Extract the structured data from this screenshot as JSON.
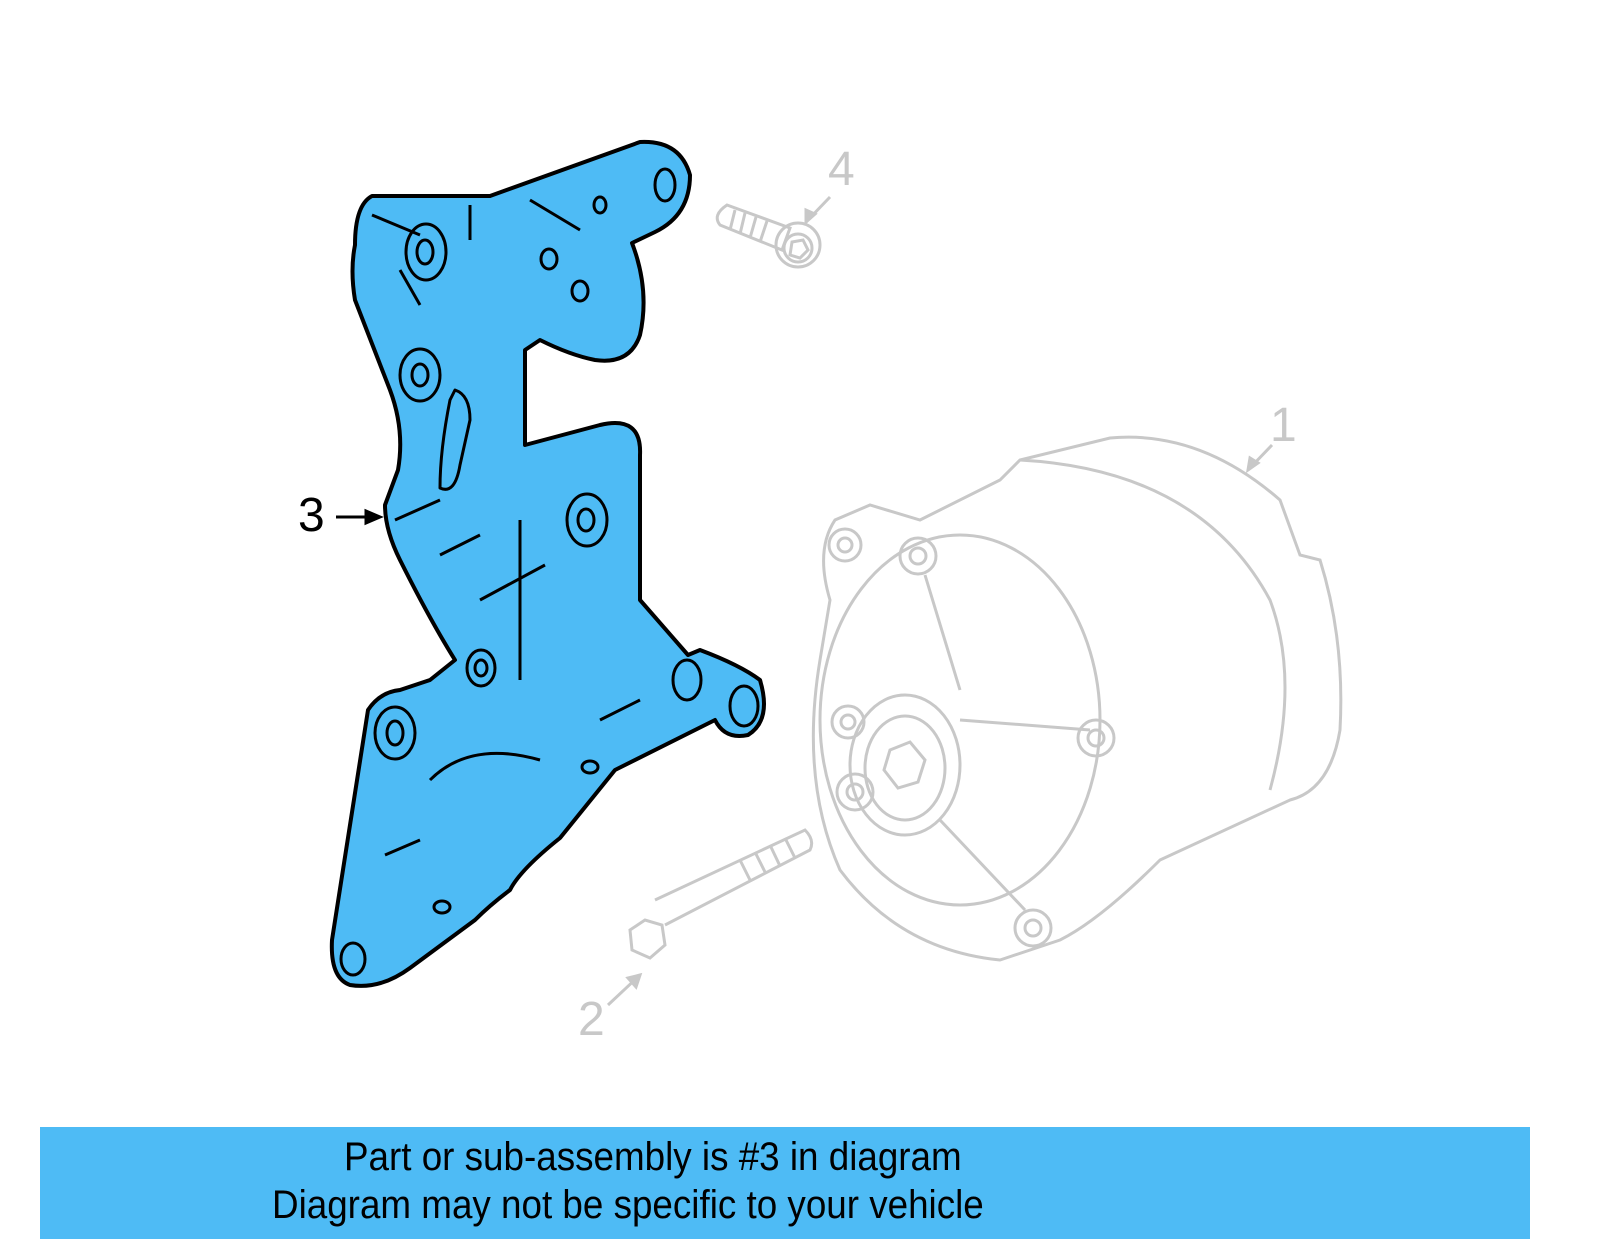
{
  "diagram": {
    "highlight_color": "#4ebbf5",
    "ghost_color": "#c8c8c8",
    "callouts": [
      {
        "number": "1",
        "part": "alternator",
        "highlighted": false
      },
      {
        "number": "2",
        "part": "long-bolt",
        "highlighted": false
      },
      {
        "number": "3",
        "part": "mounting-bracket",
        "highlighted": true
      },
      {
        "number": "4",
        "part": "short-bolt",
        "highlighted": false
      }
    ]
  },
  "banner": {
    "line1": "Part or sub-assembly is #3 in diagram",
    "line2": "Diagram may not be specific to your vehicle",
    "background": "#4ebbf5"
  }
}
